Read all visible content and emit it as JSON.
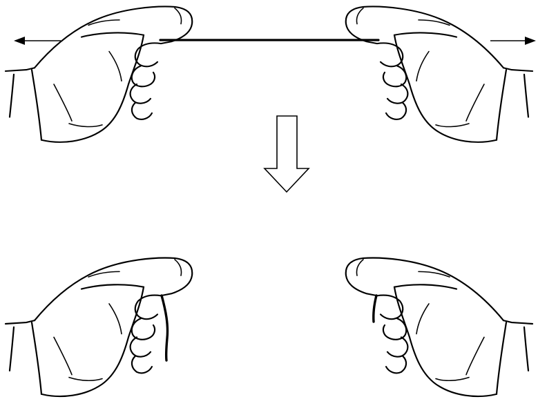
{
  "figure": {
    "description_labels": [],
    "panels": [
      {
        "id": "top",
        "state": "string-stretched"
      },
      {
        "id": "bottom",
        "state": "string-snapped"
      }
    ],
    "arrows": {
      "left": "pull-left",
      "right": "pull-right",
      "transition": "down"
    },
    "colors": {
      "ink": "#000000",
      "background": "#ffffff"
    }
  }
}
